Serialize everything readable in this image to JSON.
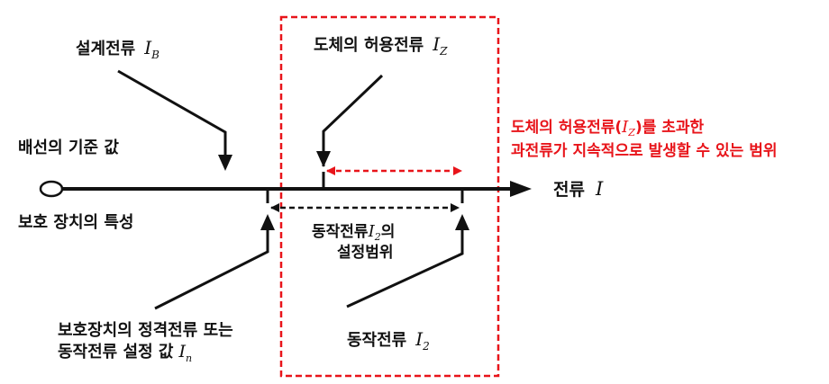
{
  "labels": {
    "design_current": {
      "text": "설계전류",
      "symbol": "I",
      "sub": "B"
    },
    "conductor_ampacity": {
      "text": "도체의 허용전류",
      "symbol": "I",
      "sub": "Z"
    },
    "wiring_basis": "배선의  기준  값",
    "protection_char": "보호  장치의  특성",
    "current_axis": {
      "text": "전류",
      "symbol": "I"
    },
    "overcurrent_note": {
      "line1_pre": "도체의 허용전류(",
      "symbol": "I",
      "sub": "Z",
      "line1_post": ")를 초과한",
      "line2": "과전류가 지속적으로 발생할 수 있는 범위"
    },
    "operating_range": {
      "line1_pre": "동작전류",
      "symbol": "I",
      "sub": "2",
      "line1_post": "의",
      "line2": "설정범위"
    },
    "rated_current": {
      "line1": "보호장치의 정격전류 또는",
      "line2_pre": "동작전류 설정 값",
      "symbol": "I",
      "sub": "n"
    },
    "operating_current": {
      "text": "동작전류",
      "symbol": "I",
      "sub": "2"
    }
  },
  "colors": {
    "accent_red": "#e8141a",
    "line": "#111111"
  }
}
